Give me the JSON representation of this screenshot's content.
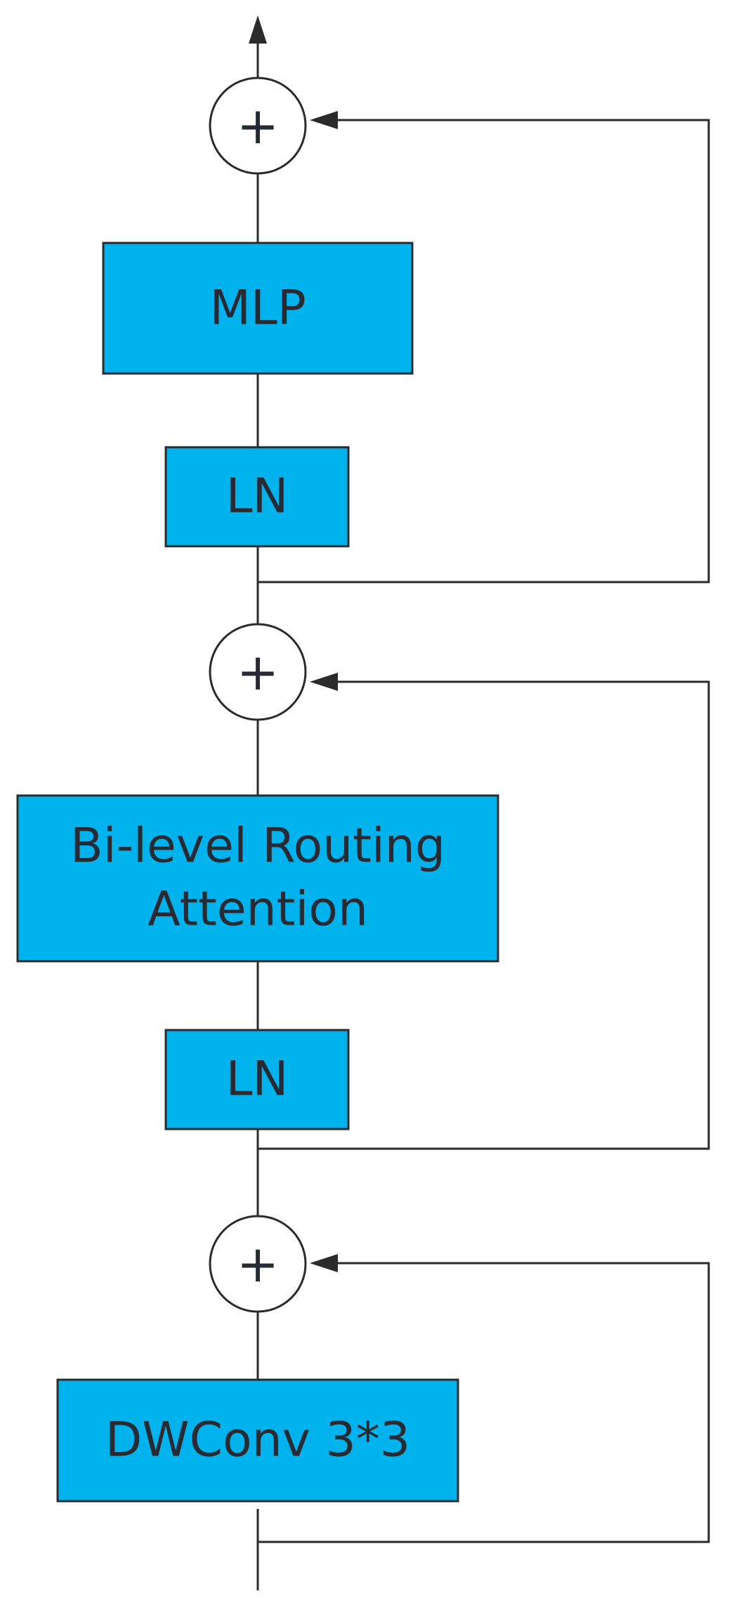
{
  "blocks": {
    "mlp": "MLP",
    "ln_top": "LN",
    "attention_line1": "Bi-level Routing",
    "attention_line2": "Attention",
    "ln_bottom": "LN",
    "dwconv": "DWConv 3*3"
  },
  "add_symbol": "+",
  "colors": {
    "block_fill": "#00b3ec",
    "line": "#2b2b2b",
    "text": "#262a33",
    "background": "#ffffff"
  }
}
